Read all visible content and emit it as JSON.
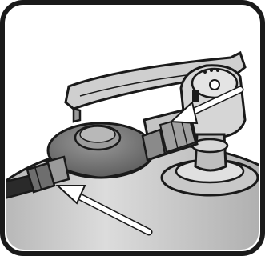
{
  "figure": {
    "content": "gas-regulator-connection-illustration",
    "colors": {
      "outline": "#1a1a1a",
      "fill_light": "#d9d9d9",
      "fill_mid": "#b3b3b3",
      "fill_dark": "#707070",
      "arrow": "#ffffff",
      "background": "#ffffff"
    },
    "callout_arrows": [
      "regulator-to-valve-connection",
      "hose-to-regulator-connection"
    ]
  }
}
